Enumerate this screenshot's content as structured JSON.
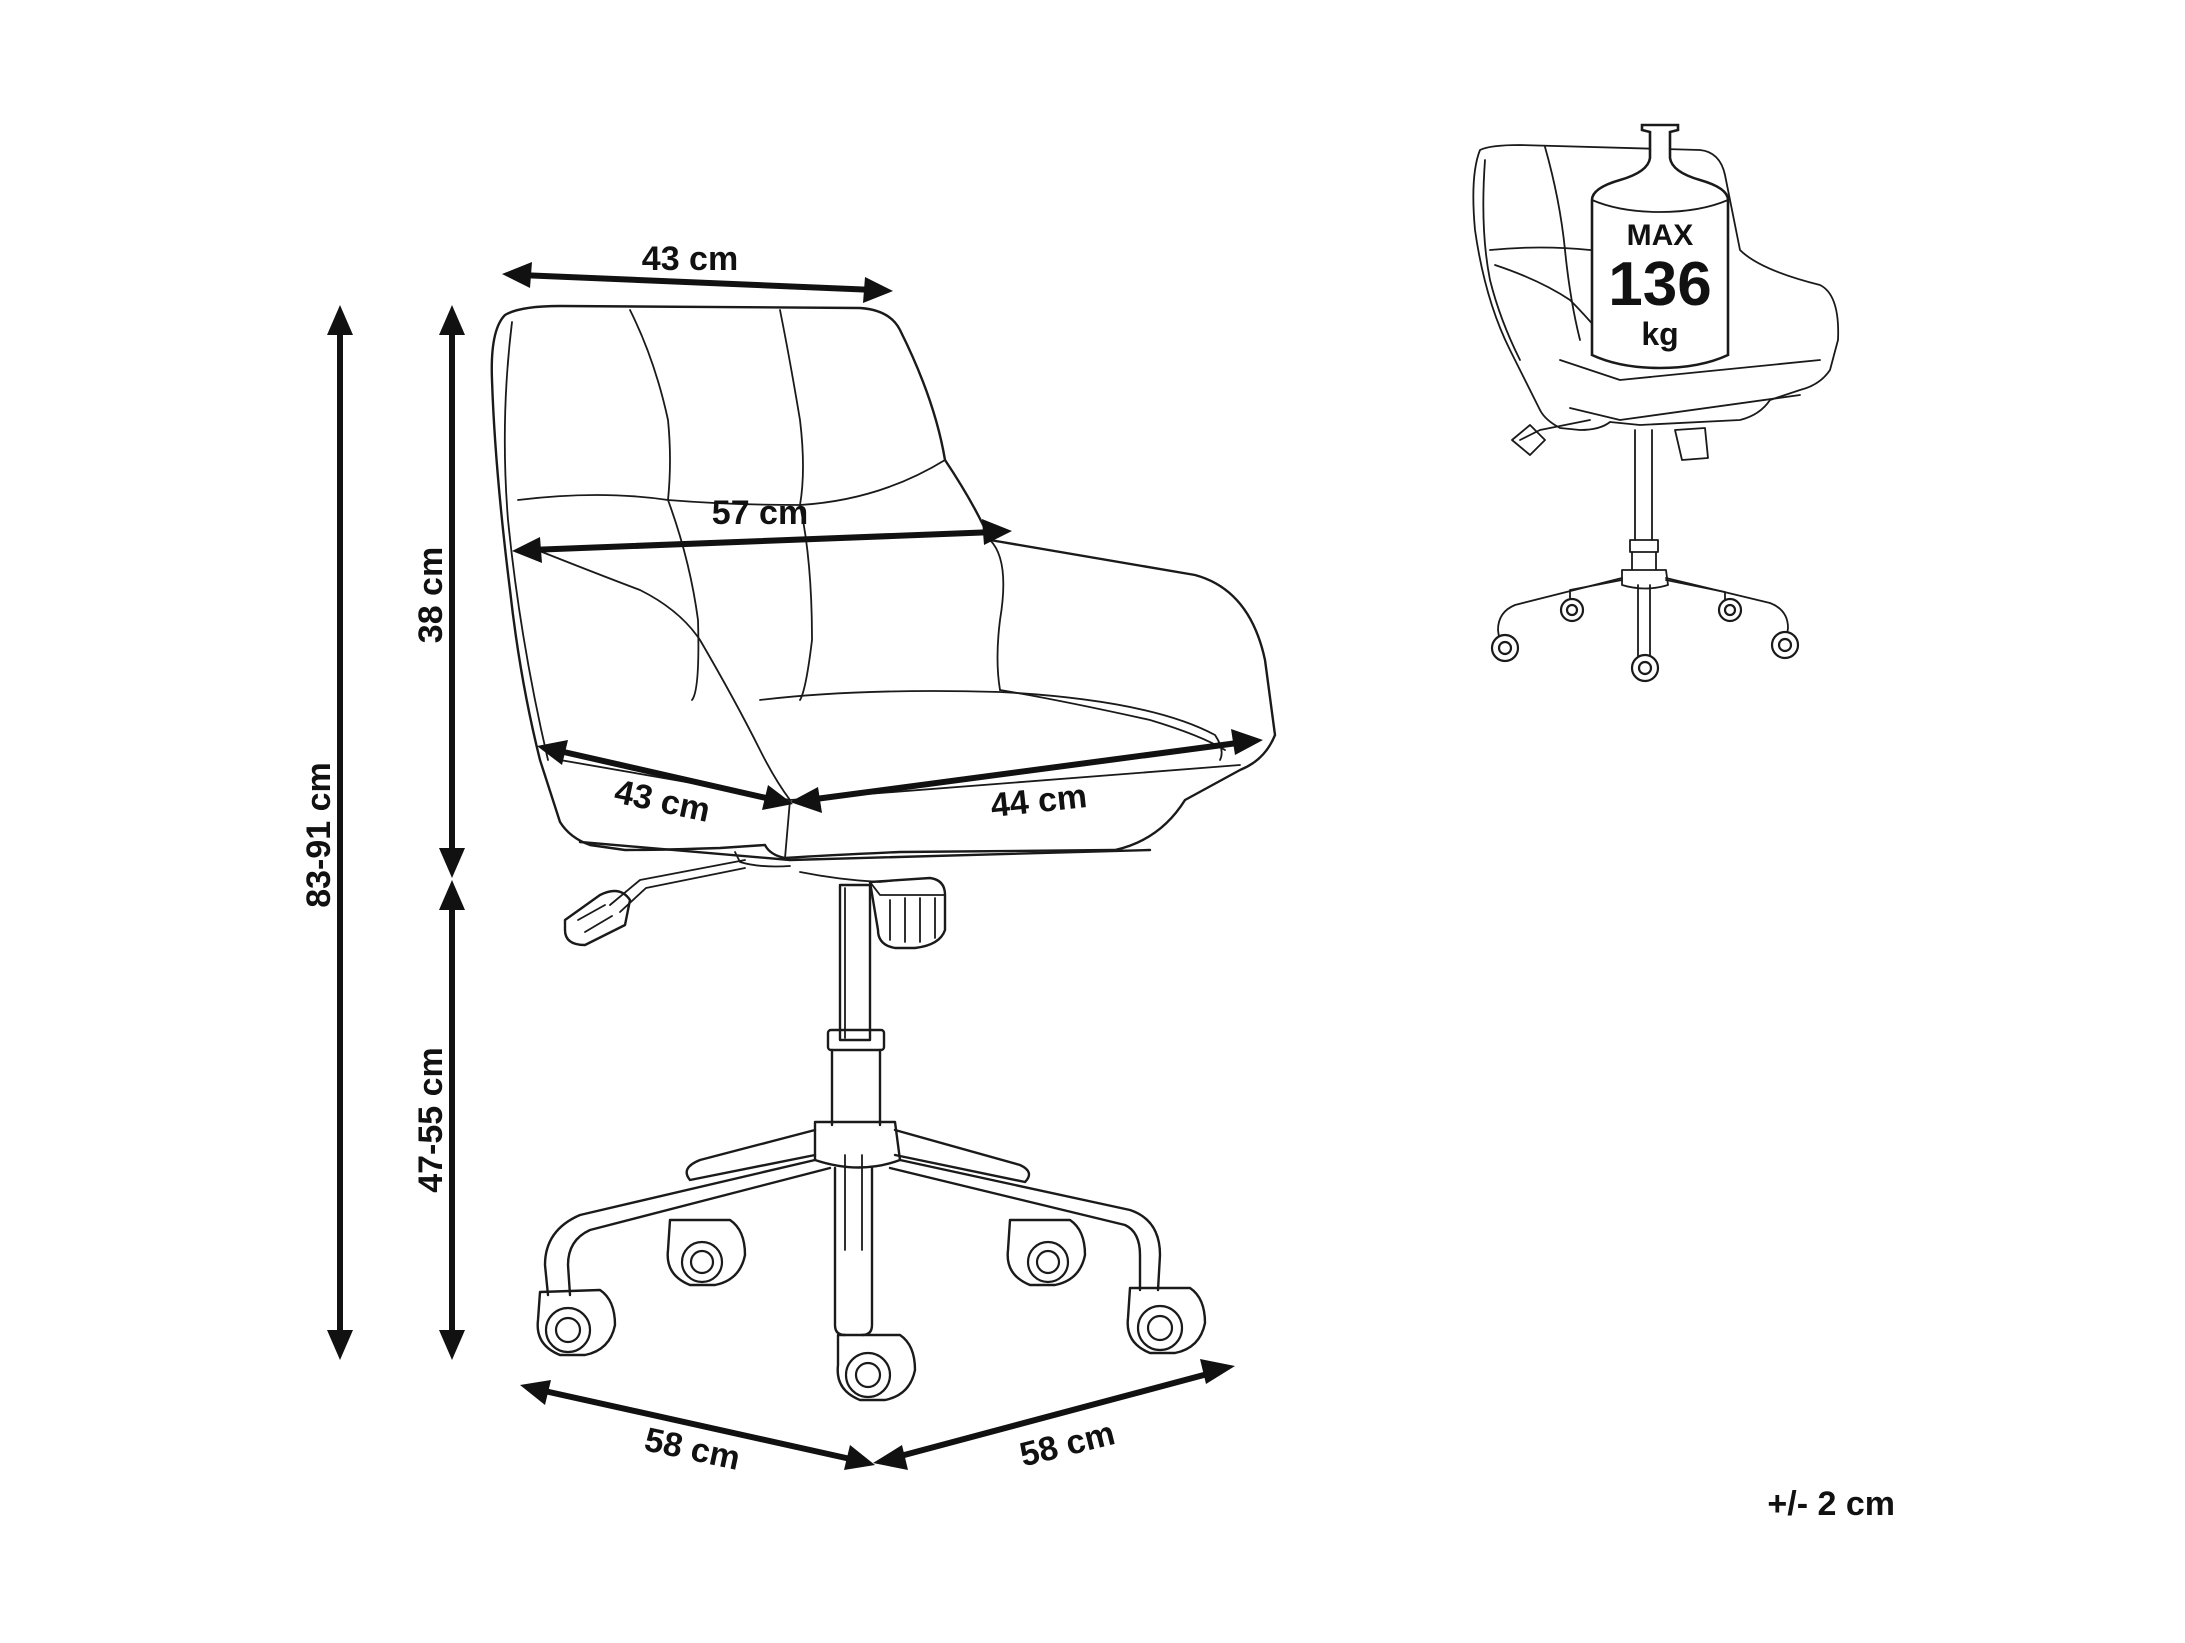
{
  "diagram": {
    "dimensions": {
      "top_width": "43 cm",
      "arm_width": "57 cm",
      "seat_depth": "43 cm",
      "seat_width": "44 cm",
      "backrest_height": "38 cm",
      "seat_height": "47-55 cm",
      "total_height": "83-91 cm",
      "base_depth": "58 cm",
      "base_width": "58 cm"
    },
    "max_load": {
      "max_label": "MAX",
      "value": "136",
      "unit": "kg"
    },
    "tolerance": "+/- 2 cm"
  }
}
